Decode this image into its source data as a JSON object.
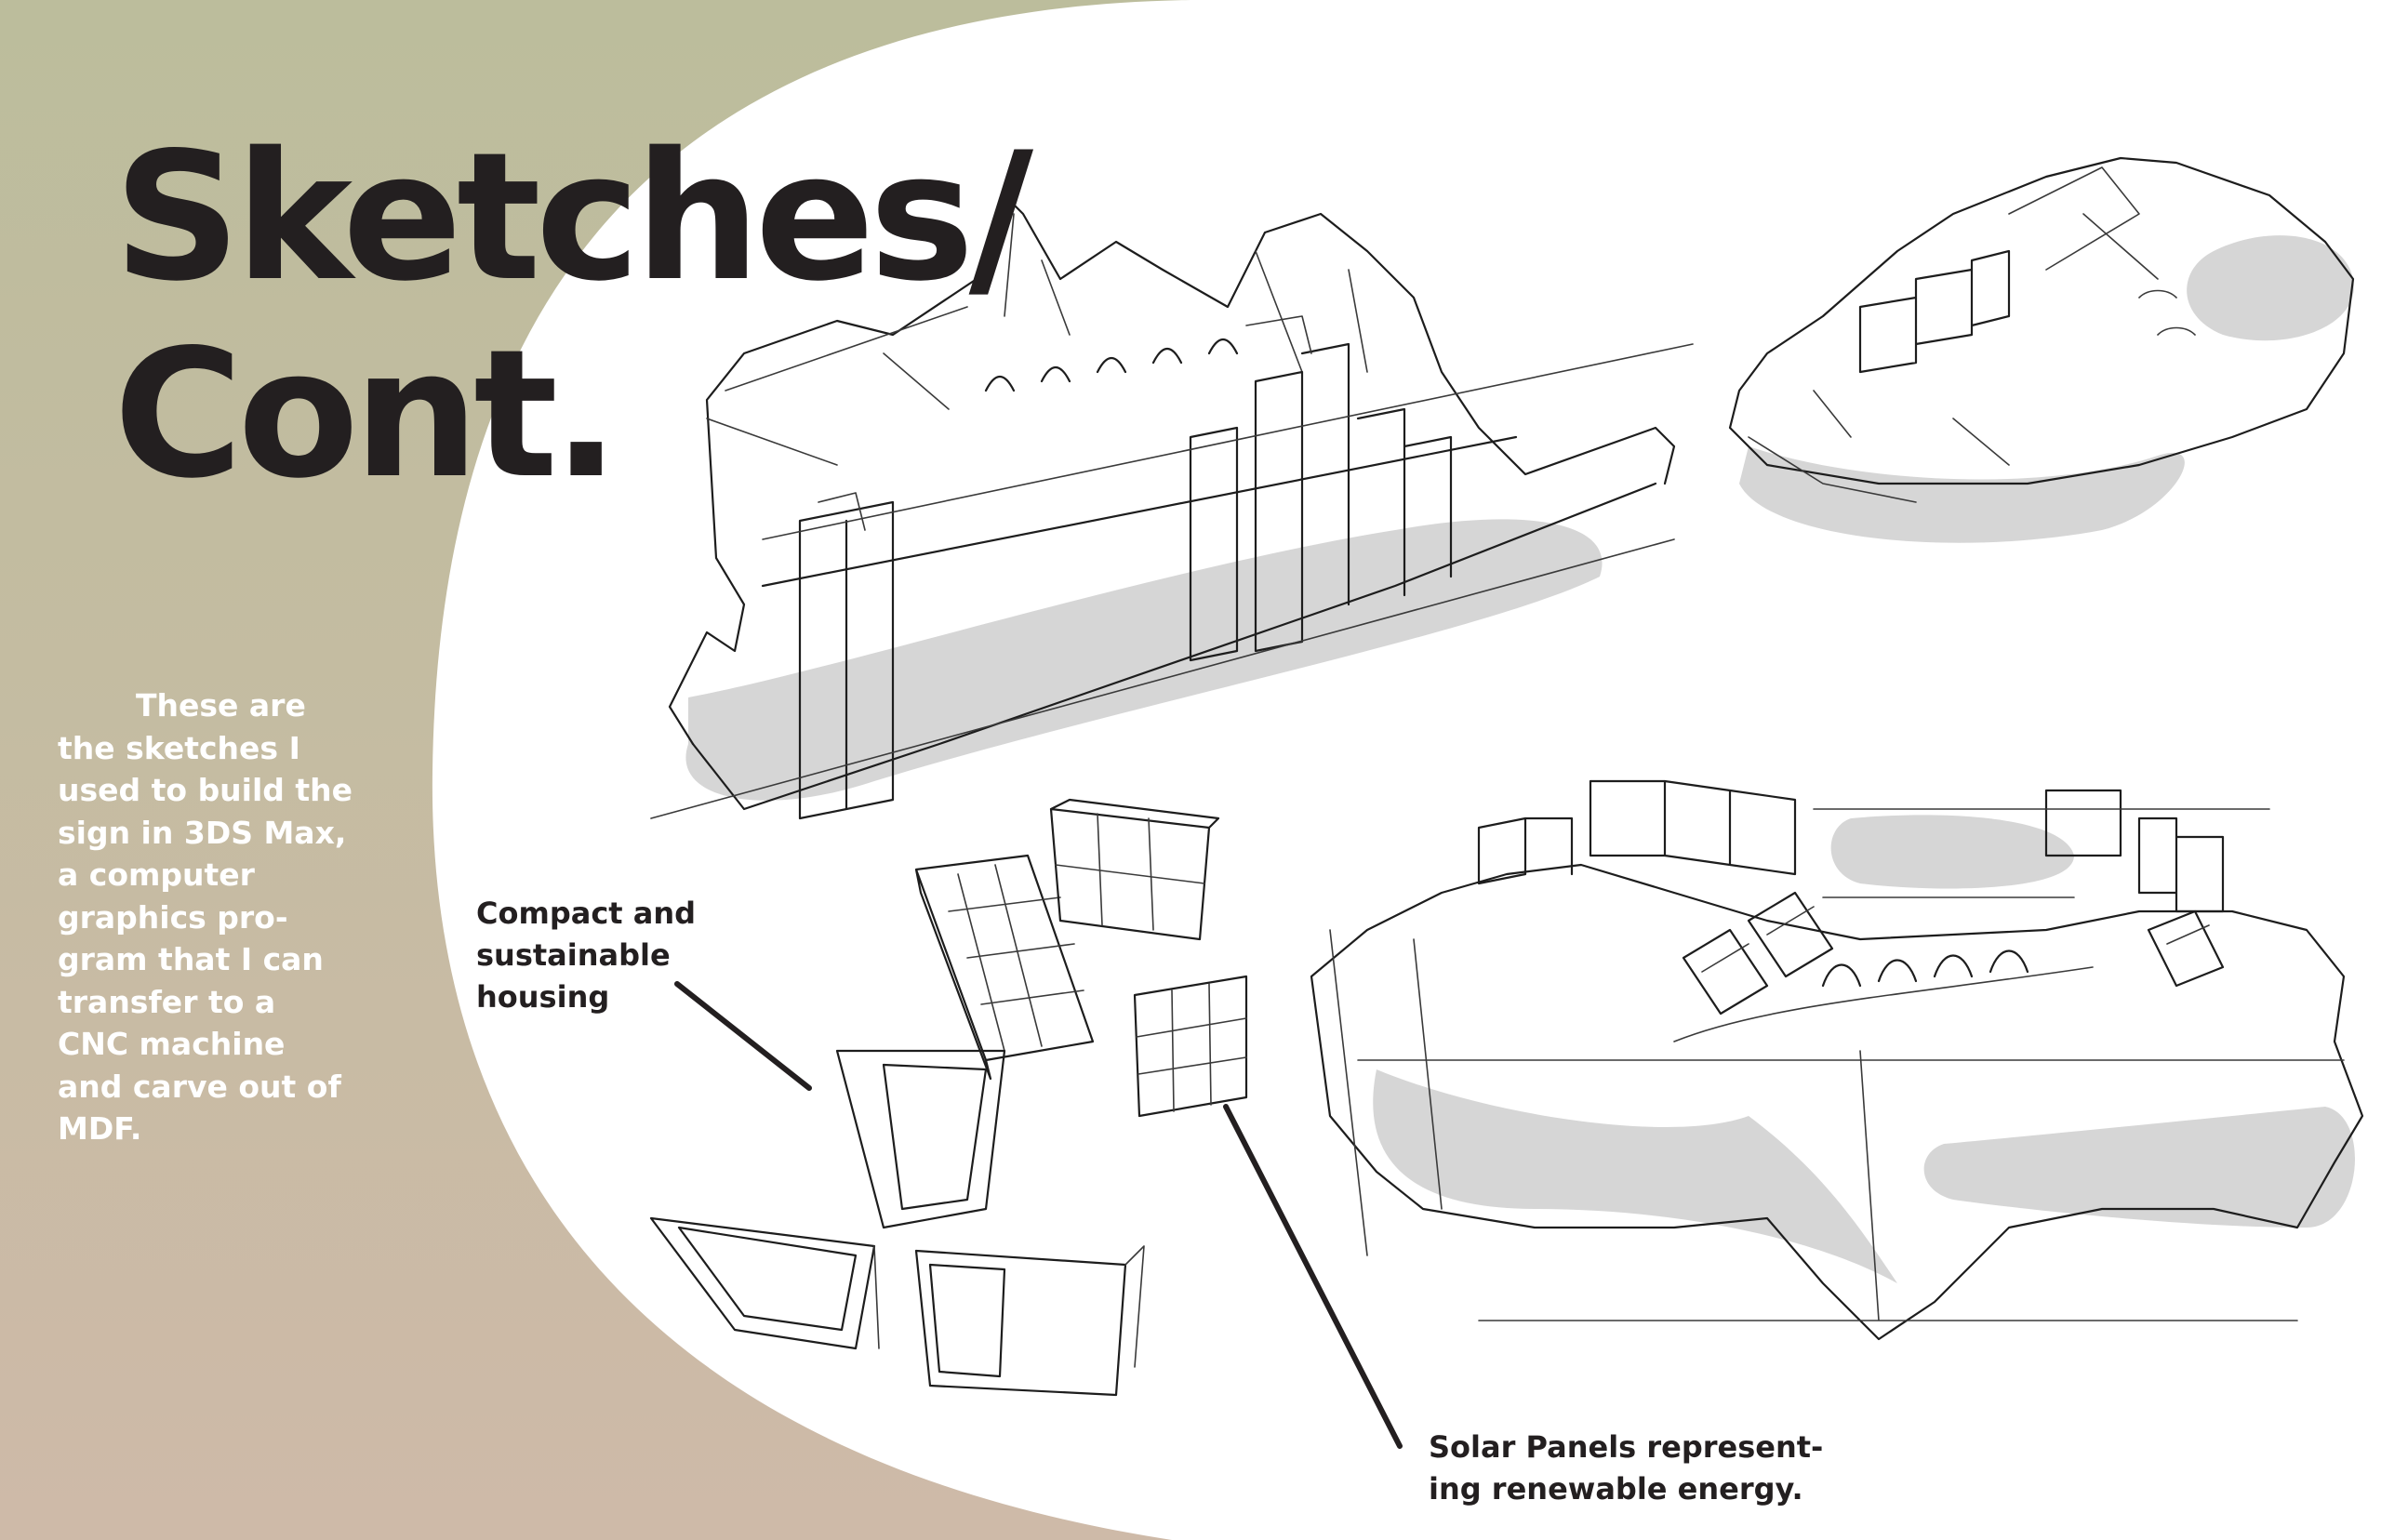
{
  "title": {
    "line1": "Sketches/",
    "line2": "Cont."
  },
  "body": {
    "lines": [
      "These are",
      "the sketches I",
      "used to build the",
      "sign in 3DS Max,",
      "a computer",
      "graphics pro-",
      "gram that I can",
      "transfer to a",
      "CNC machine",
      "and carve out of",
      "MDF."
    ]
  },
  "callouts": {
    "housing": {
      "line1": "Compact and",
      "line2": "sustainable",
      "line3": "housing"
    },
    "solar": {
      "line1": "Solar Panels represent-",
      "line2": "ing renewable energy."
    }
  },
  "colors": {
    "gradient_top": "#bcbd9c",
    "gradient_bottom": "#cebaa8",
    "text_dark": "#231f20",
    "text_light": "#ffffff",
    "sketch_shade": "#d6d6d6"
  }
}
